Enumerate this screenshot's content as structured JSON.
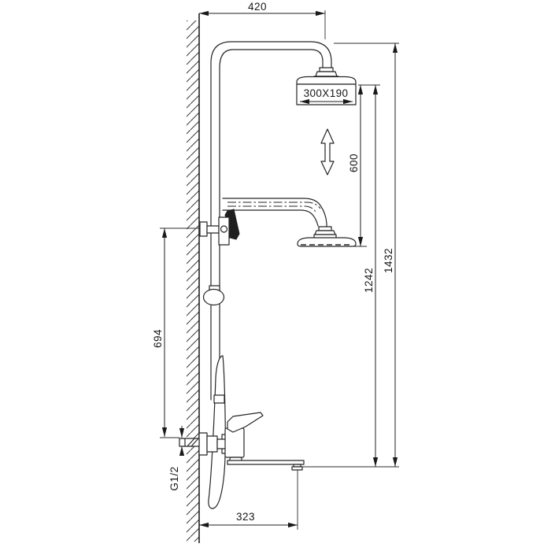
{
  "title": "Shower column installation drawing",
  "colors": {
    "line": "#262626",
    "dimension": "#1c1c1c",
    "background": "#ffffff",
    "filled_part": "#1f1f1f"
  },
  "dimensions": {
    "top_offset": "420",
    "head_size": "300X190",
    "height_adjustment": "600",
    "head_to_spout": "1242",
    "total_height": "1432",
    "bracket_to_inlet": "694",
    "inlet_thread": "G1/2",
    "spout_reach": "323"
  }
}
